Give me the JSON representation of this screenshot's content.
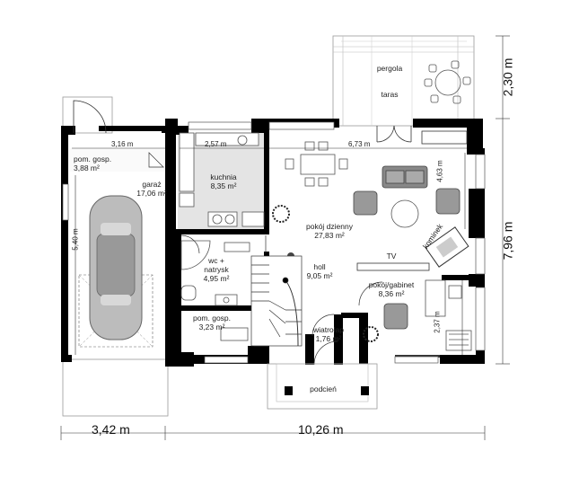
{
  "rooms": {
    "pergola": "pergola",
    "taras": "taras",
    "kuchnia": "kuchnia",
    "kuchnia_area": "8,35 m²",
    "pom_gosp_top": "pom. gosp.",
    "pom_gosp_top_area": "3,88 m²",
    "garaz": "garaż",
    "garaz_area": "17,06 m²",
    "pokoj_dzienny": "pokój dzienny",
    "pokoj_dzienny_area": "27,83 m²",
    "wc": "wc +",
    "natrysk": "natrysk",
    "wc_area": "4,95 m²",
    "holl": "holl",
    "holl_area": "9,05 m²",
    "pokoj_gabinet": "pokój/gabinet",
    "pokoj_gabinet_area": "8,36 m²",
    "pom_gosp_bottom": "pom. gosp.",
    "pom_gosp_bottom_area": "3,23 m²",
    "wiatrolap": "wiatrołap",
    "wiatrolap_area": "1,76 m²",
    "podcien": "podcień",
    "tv": "TV",
    "kominek": "kominek"
  },
  "dimensions": {
    "d_316": "3,16 m",
    "d_257": "2,57 m",
    "d_673": "6,73 m",
    "d_540": "5,40 m",
    "d_463": "4,63 m",
    "d_237": "2,37 m",
    "total_left": "3,42 m",
    "total_right": "10,26 m",
    "total_height": "7,96 m",
    "pergola_depth": "2,30 m"
  }
}
